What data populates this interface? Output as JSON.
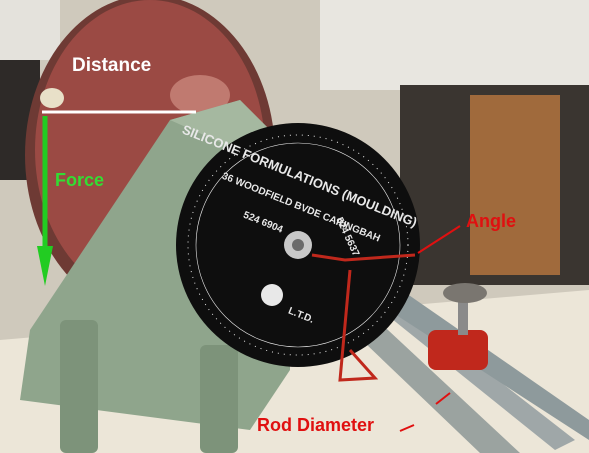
{
  "labels": {
    "distance": "Distance",
    "force": "Force",
    "angle": "Angle",
    "rod_diameter": "Rod Diameter"
  },
  "dial": {
    "line1": "SILICONE FORMULATIONS (MOULDING)",
    "line2": "36 WOODFIELD BVDE  CARINGBAH",
    "phone1": "524 6904",
    "phone2": "524 5637",
    "suffix": "L.T.D."
  },
  "colors": {
    "distance_line": "#ffffff",
    "force_arrow": "#22cc22",
    "annotation_red": "#e01010",
    "dial_face": "#0e0e0e",
    "machine_green": "#8fa58c",
    "drum_red": "#9b4a44"
  }
}
